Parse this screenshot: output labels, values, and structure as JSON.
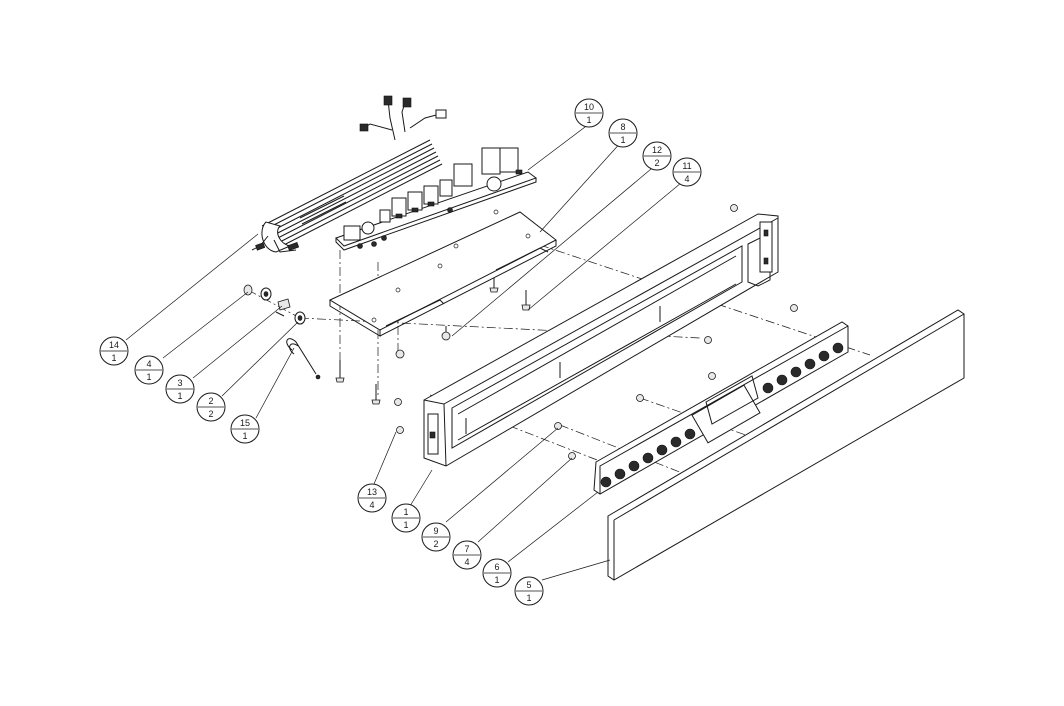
{
  "callouts": [
    {
      "part": "1",
      "qty": "1"
    },
    {
      "part": "2",
      "qty": "2"
    },
    {
      "part": "3",
      "qty": "1"
    },
    {
      "part": "4",
      "qty": "1"
    },
    {
      "part": "5",
      "qty": "1"
    },
    {
      "part": "6",
      "qty": "1"
    },
    {
      "part": "7",
      "qty": "4"
    },
    {
      "part": "8",
      "qty": "1"
    },
    {
      "part": "9",
      "qty": "2"
    },
    {
      "part": "10",
      "qty": "1"
    },
    {
      "part": "11",
      "qty": "4"
    },
    {
      "part": "12",
      "qty": "2"
    },
    {
      "part": "13",
      "qty": "4"
    },
    {
      "part": "14",
      "qty": "1"
    },
    {
      "part": "15",
      "qty": "1"
    }
  ]
}
